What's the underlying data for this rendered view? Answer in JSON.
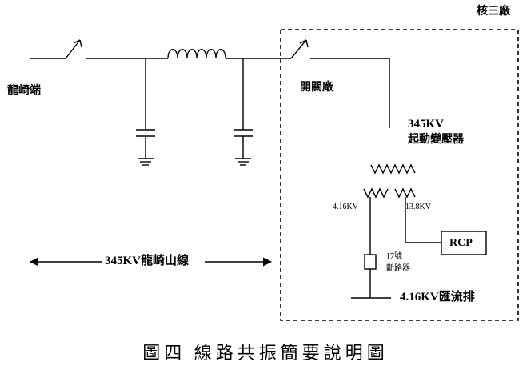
{
  "labels": {
    "plant_name": "核三廠",
    "longqi_end": "龍崎端",
    "switchyard": "開關廠",
    "transformer_voltage": "345KV",
    "transformer_name": "起動變壓器",
    "secondary_low_voltage": "4.16KV",
    "secondary_high_voltage": "13.8KV",
    "rcp": "RCP",
    "breaker_number": "17號",
    "breaker_name": "斷路器",
    "line_name": "345KV龍崎山線",
    "busbar": "4.16KV匯流排"
  },
  "caption": "圖四  線路共振簡要說明圖",
  "colors": {
    "line": "#000000",
    "background": "#ffffff"
  }
}
